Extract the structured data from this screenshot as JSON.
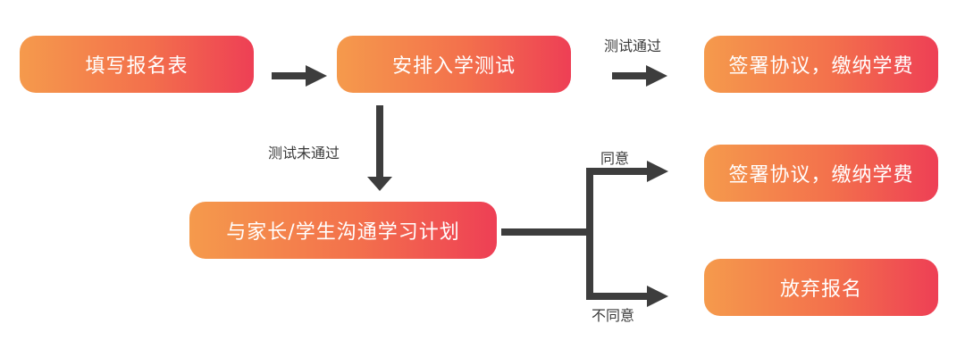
{
  "nodes": {
    "fill_form": "填写报名表",
    "entrance_test": "安排入学测试",
    "sign_pay_pass": "签署协议，缴纳学费",
    "sign_pay_agree": "签署协议，缴纳学费",
    "parent_plan": "与家长/学生沟通学习计划",
    "give_up": "放弃报名"
  },
  "labels": {
    "test_passed": "测试通过",
    "test_failed": "测试未通过",
    "agree": "同意",
    "disagree": "不同意"
  },
  "colors": {
    "gradient_start": "#f59a4c",
    "gradient_end": "#ee3f55",
    "arrow": "#3d3d3d",
    "text_on_node": "#ffffff"
  }
}
